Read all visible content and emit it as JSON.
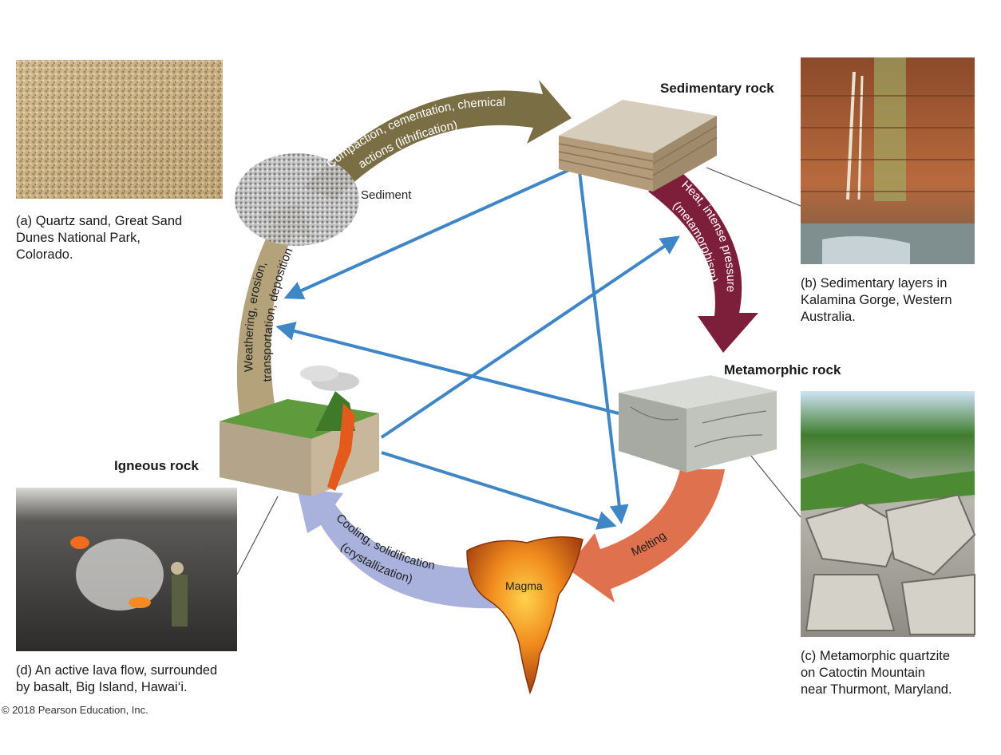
{
  "rocks": {
    "sedimentary": "Sedimentary rock",
    "metamorphic": "Metamorphic rock",
    "igneous": "Igneous rock",
    "sediment": "Sediment",
    "magma": "Magma"
  },
  "processes": {
    "lithification": [
      "Compaction, cementation, chemical",
      "actions (lithification)"
    ],
    "metamorphism": [
      "Heat, intense pressure",
      "(metamorphism)"
    ],
    "melting": "Melting",
    "crystallization": [
      "Cooling, solidification",
      "(crystallization)"
    ],
    "weathering": [
      "Weathering, erosion,",
      "transportation, deposition"
    ]
  },
  "captions": {
    "a": [
      "(a) Quartz sand, Great Sand",
      "Dunes National Park,",
      "Colorado."
    ],
    "b": [
      "(b) Sedimentary layers in",
      "Kalamina Gorge, Western",
      "Australia."
    ],
    "c": [
      "(c) Metamorphic quartzite",
      "on Catoctin Mountain",
      "near Thurmont, Maryland."
    ],
    "d": [
      "(d) An active lava flow, surrounded",
      "by basalt, Big Island, Hawai‘i."
    ]
  },
  "copyright": "© 2018 Pearson Education, Inc.",
  "colors": {
    "lithification_arrow": "#7a6e45",
    "metamorphism_arrow": "#7d1f3a",
    "melting_arrow": "#e0714e",
    "crystallization_arrow": "#a9b2dc",
    "weathering_arrow": "#b3a27a",
    "shortcut_arrows": "#3f86c6"
  }
}
